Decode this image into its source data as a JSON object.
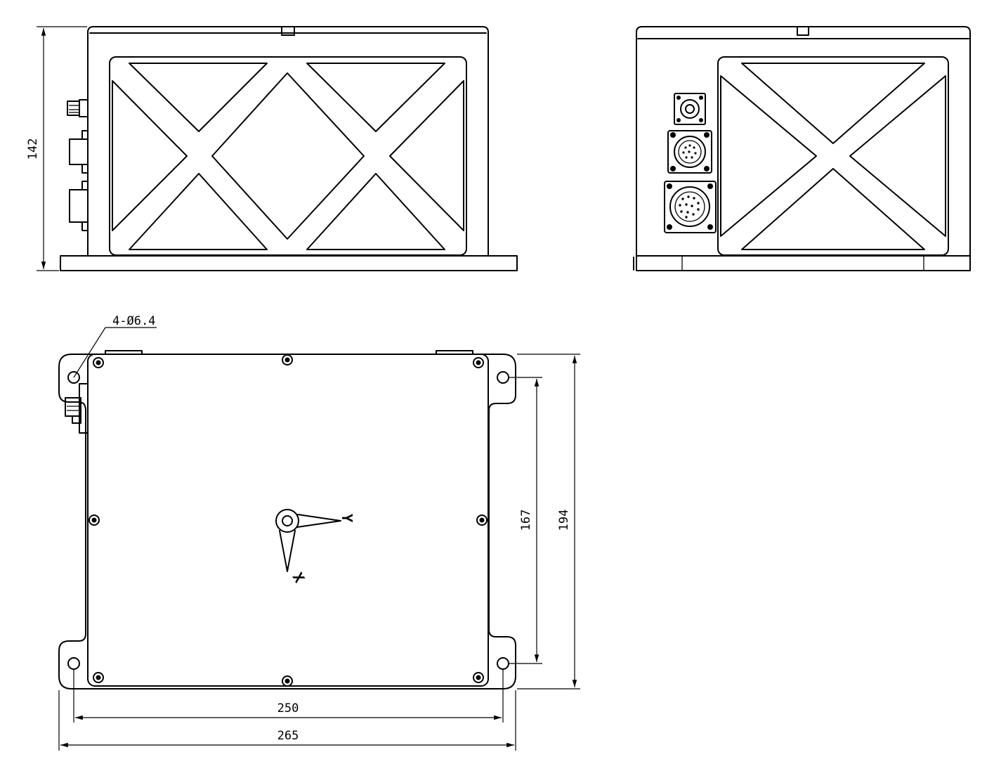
{
  "dimensions": {
    "height_side": "142",
    "hole_note": "4-Ø6.4",
    "hole_pitch_vertical": "167",
    "overall_vertical": "194",
    "hole_pitch_horizontal": "250",
    "overall_horizontal": "265"
  },
  "axes": {
    "x_label": "X",
    "y_label": "Y"
  }
}
